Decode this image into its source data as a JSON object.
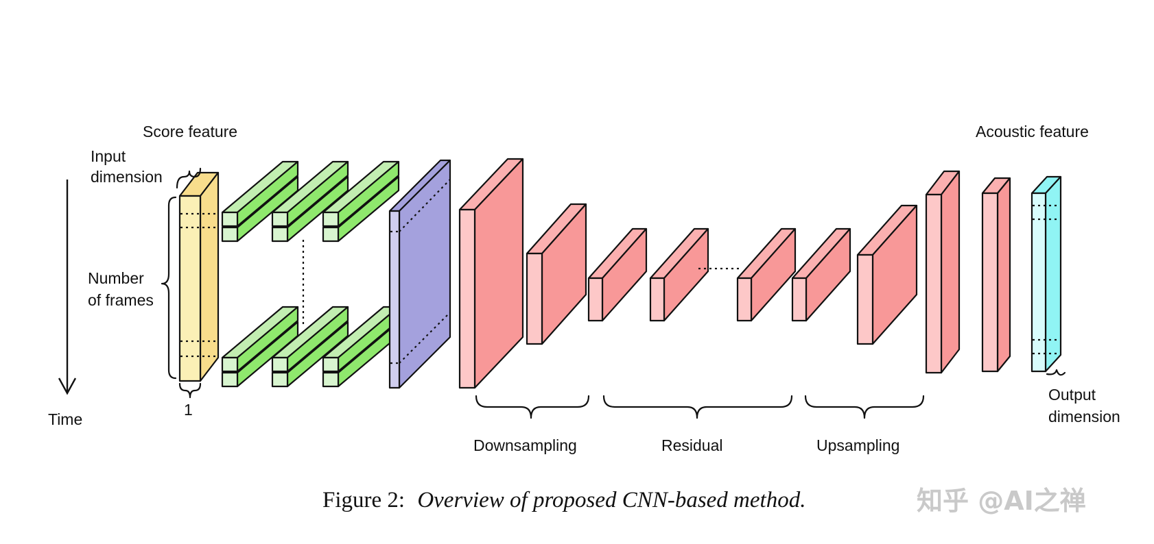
{
  "labels": {
    "score_feature": "Score feature",
    "input_dimension_1": "Input",
    "input_dimension_2": "dimension",
    "number_of_frames_1": "Number",
    "number_of_frames_2": "of frames",
    "one": "1",
    "time": "Time",
    "acoustic_feature": "Acoustic feature",
    "output_dimension_1": "Output",
    "output_dimension_2": "dimension",
    "downsampling": "Downsampling",
    "residual": "Residual",
    "upsampling": "Upsampling"
  },
  "caption": {
    "prefix": "Figure 2:",
    "text": "Overview of proposed CNN-based method."
  },
  "watermark": "知乎 @AI之禅",
  "colors": {
    "input_front": "#fbf0b6",
    "input_side": "#f8dd8c",
    "green_front": "#d8f5cf",
    "green_side": "#8fe86d",
    "green_top": "#c2eeb1",
    "purple_front": "#d0ceef",
    "purple_side": "#a4a1dd",
    "red_front": "#fdc8c8",
    "red_side": "#f89898",
    "red_top": "#fbb0b0",
    "cyan_front": "#d8fcfc",
    "cyan_side": "#90f4f4"
  }
}
